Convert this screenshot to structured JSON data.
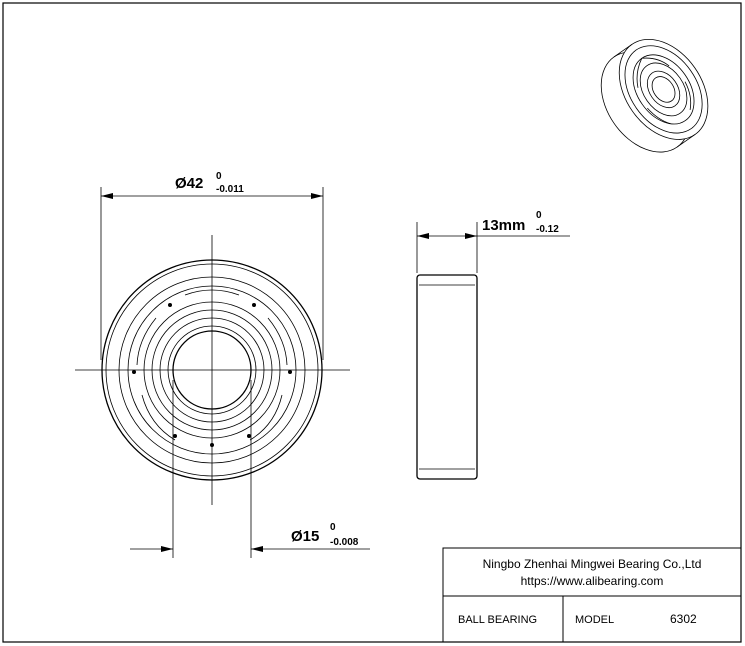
{
  "drawing": {
    "outer_diameter": {
      "symbol": "Ø42",
      "upper_tol": "0",
      "lower_tol": "-0.011"
    },
    "bore_diameter": {
      "symbol": "Ø15",
      "upper_tol": "0",
      "lower_tol": "-0.008"
    },
    "width": {
      "symbol": "13mm",
      "upper_tol": "0",
      "lower_tol": "-0.12"
    }
  },
  "title_block": {
    "company": "Ningbo Zhenhai Mingwei Bearing Co.,Ltd",
    "website": "https://www.alibearing.com",
    "part_type": "BALL BEARING",
    "model_label": "MODEL",
    "model_value": "6302"
  },
  "colors": {
    "line": "#000000",
    "paper": "#ffffff"
  }
}
